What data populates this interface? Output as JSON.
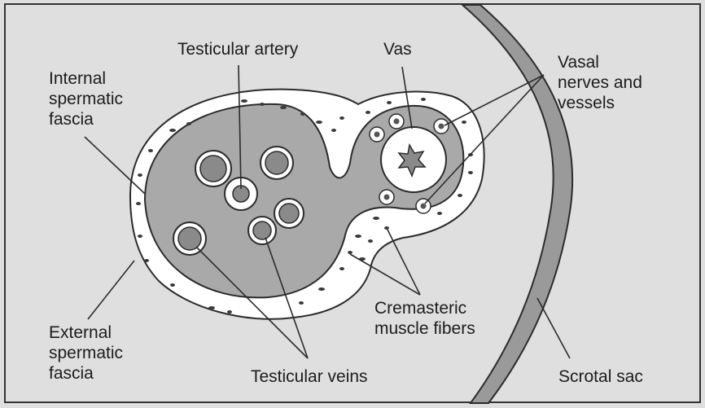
{
  "labels": {
    "testicular_artery": "Testicular artery",
    "vas": "Vas",
    "vasal_nerves": [
      "Vasal",
      "nerves and",
      "vessels"
    ],
    "internal_fascia": [
      "Internal",
      "spermatic",
      "fascia"
    ],
    "external_fascia": [
      "External",
      "spermatic",
      "fascia"
    ],
    "cremasteric": [
      "Cremasteric",
      "muscle fibers"
    ],
    "testicular_veins": "Testicular veins",
    "scrotal_sac": "Scrotal sac"
  },
  "colors": {
    "background": "#dfdfdf",
    "outline": "#2b2b2b",
    "fascia_fill": "#ffffff",
    "cord_fill": "#a9a9a9",
    "vessel_fill": "#8a8a8a",
    "scrotal_wall": "#9a9a9a",
    "text": "#1c1c1c"
  }
}
